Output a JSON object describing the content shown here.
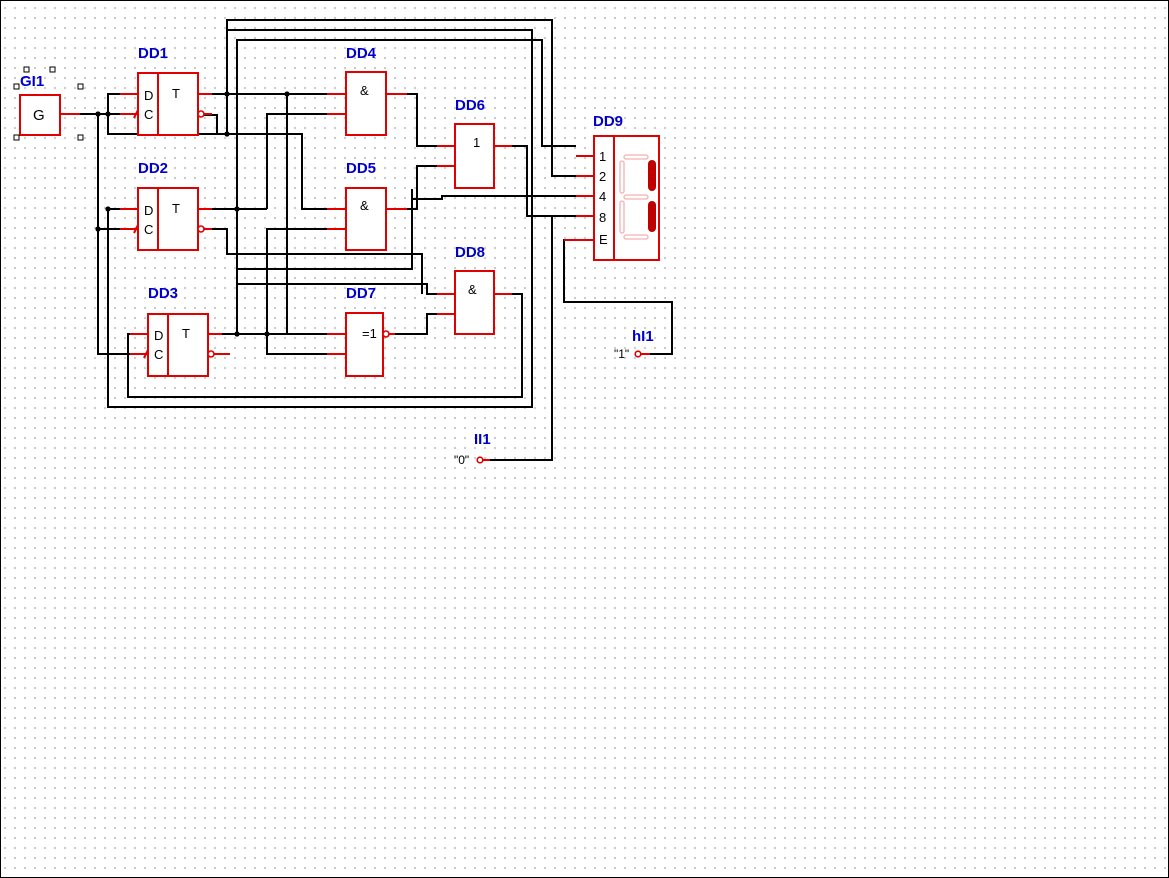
{
  "components": {
    "GI1": {
      "designator": "GI1",
      "symbol": "G"
    },
    "DD1": {
      "designator": "DD1",
      "pin_d": "D",
      "pin_c": "C",
      "symbol": "T"
    },
    "DD2": {
      "designator": "DD2",
      "pin_d": "D",
      "pin_c": "C",
      "symbol": "T"
    },
    "DD3": {
      "designator": "DD3",
      "pin_d": "D",
      "pin_c": "C",
      "symbol": "T"
    },
    "DD4": {
      "designator": "DD4",
      "symbol": "&"
    },
    "DD5": {
      "designator": "DD5",
      "symbol": "&"
    },
    "DD6": {
      "designator": "DD6",
      "symbol": "1"
    },
    "DD7": {
      "designator": "DD7",
      "symbol": "=1"
    },
    "DD8": {
      "designator": "DD8",
      "symbol": "&"
    },
    "DD9": {
      "designator": "DD9",
      "pins": [
        "1",
        "2",
        "4",
        "8",
        "E"
      ],
      "lit_segments": [
        "b",
        "c"
      ]
    },
    "hI1": {
      "designator": "hI1",
      "value": "\"1\""
    },
    "II1": {
      "designator": "II1",
      "value": "\"0\""
    }
  },
  "colors": {
    "component": "#e00000",
    "designator": "#0000cc",
    "wire": "#000000",
    "grid_dot": "#9a9a9a",
    "segment_on": "#c00000"
  }
}
